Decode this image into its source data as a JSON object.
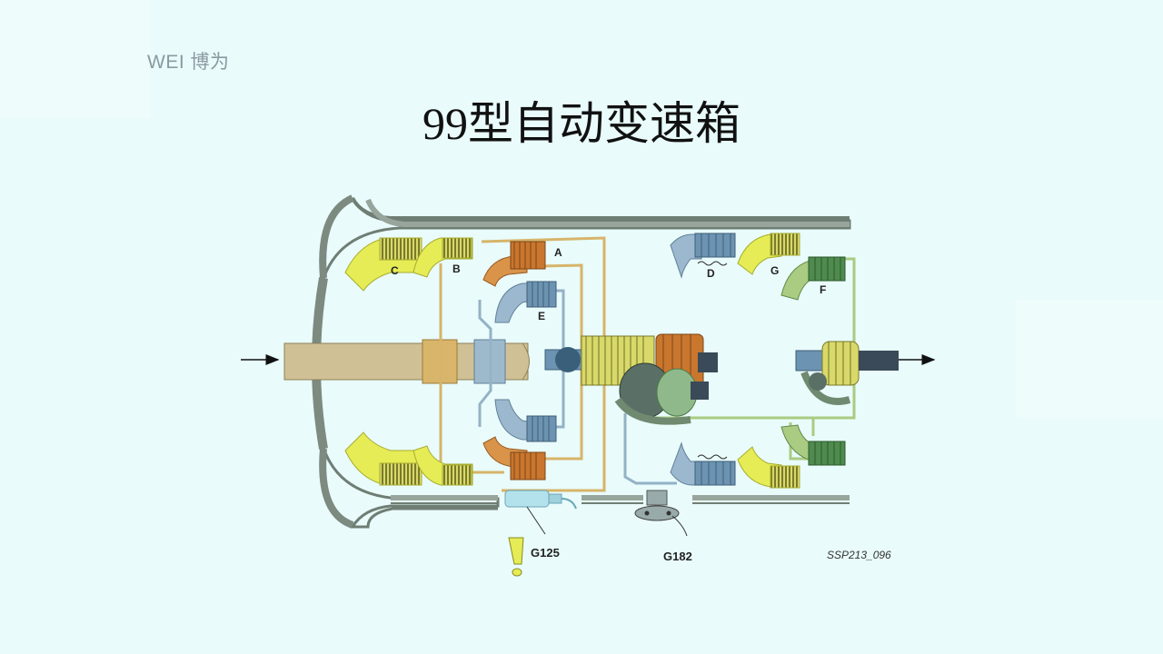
{
  "logo_text": "WEI 博为",
  "title": "99型自动变速箱",
  "labels": {
    "a": "A",
    "b": "B",
    "c": "C",
    "d": "D",
    "e": "E",
    "f": "F",
    "g": "G",
    "g125": "G125",
    "g182": "G182"
  },
  "reference": "SSP213_096",
  "colors": {
    "background": "#e9fbfb",
    "housing": "#7c8a80",
    "shaft": "#cfc195",
    "yellow_clutch": "#e5ec55",
    "orange_clutch": "#c9762e",
    "blue_clutch": "#6c93b1",
    "green_clutch": "#4f8a4e",
    "oil_line_tan": "#d7b46a",
    "oil_line_blue": "#93b2c6",
    "oil_line_green": "#a9cb82"
  }
}
